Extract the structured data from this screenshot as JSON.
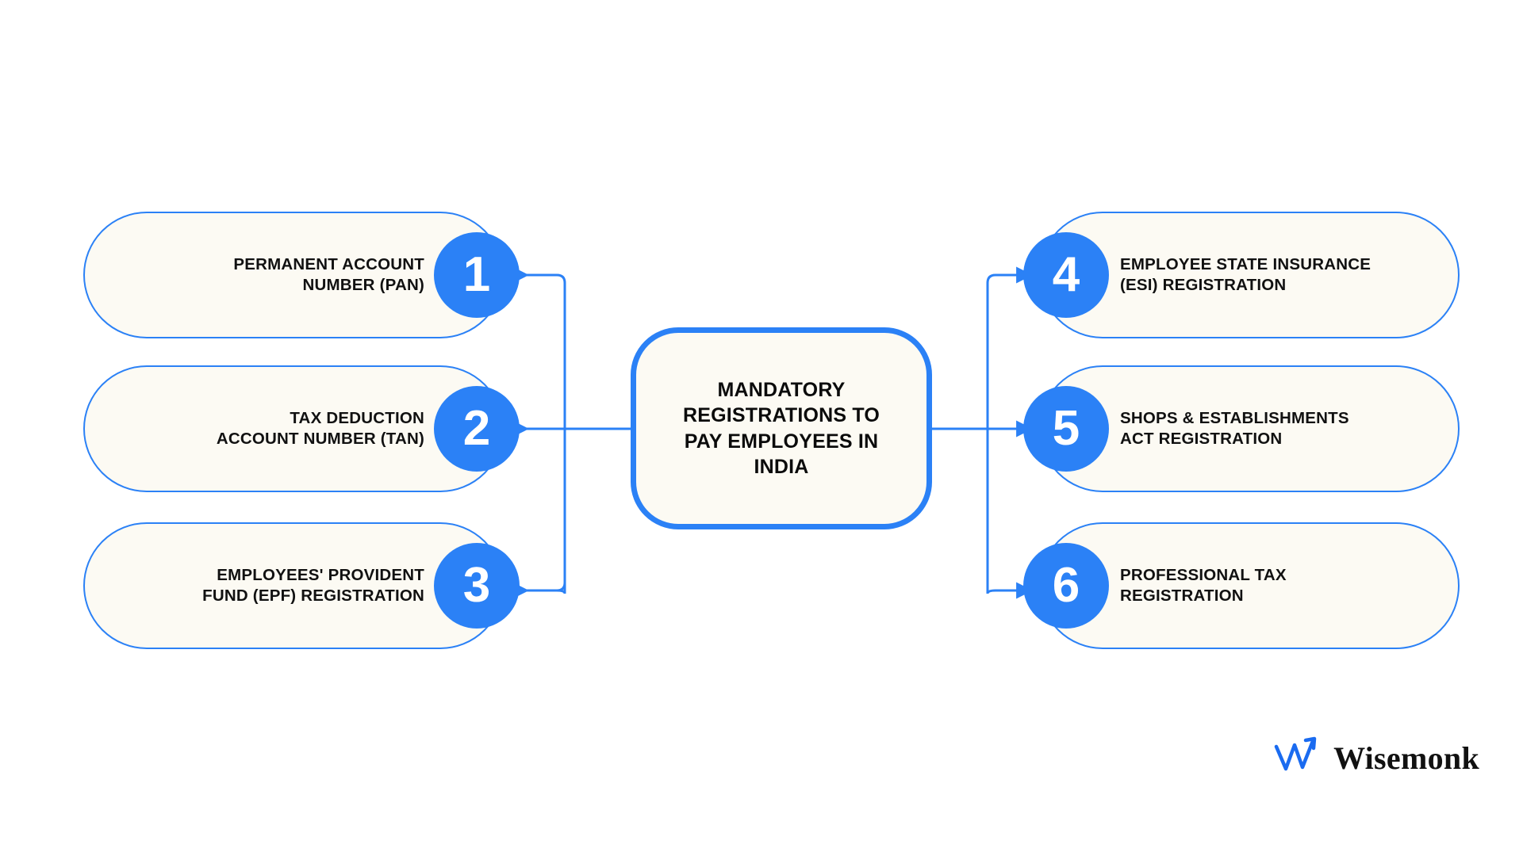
{
  "center": {
    "title": "MANDATORY\nREGISTRATIONS TO\nPAY EMPLOYEES IN\nINDIA"
  },
  "left_items": [
    {
      "number": "1",
      "label": "PERMANENT ACCOUNT\nNUMBER (PAN)"
    },
    {
      "number": "2",
      "label": "TAX DEDUCTION\nACCOUNT NUMBER (TAN)"
    },
    {
      "number": "3",
      "label": "EMPLOYEES' PROVIDENT\nFUND (EPF) REGISTRATION"
    }
  ],
  "right_items": [
    {
      "number": "4",
      "label": "EMPLOYEE STATE INSURANCE\n(ESI) REGISTRATION"
    },
    {
      "number": "5",
      "label": "SHOPS & ESTABLISHMENTS\nACT REGISTRATION"
    },
    {
      "number": "6",
      "label": "PROFESSIONAL TAX\nREGISTRATION"
    }
  ],
  "brand": {
    "name": "Wisemonk",
    "mark": "wisemonk-arrow-logo"
  },
  "colors": {
    "accent": "#2B81F6",
    "card_fill": "#FCFAF3",
    "text": "#111111",
    "background": "#FFFFFF"
  }
}
